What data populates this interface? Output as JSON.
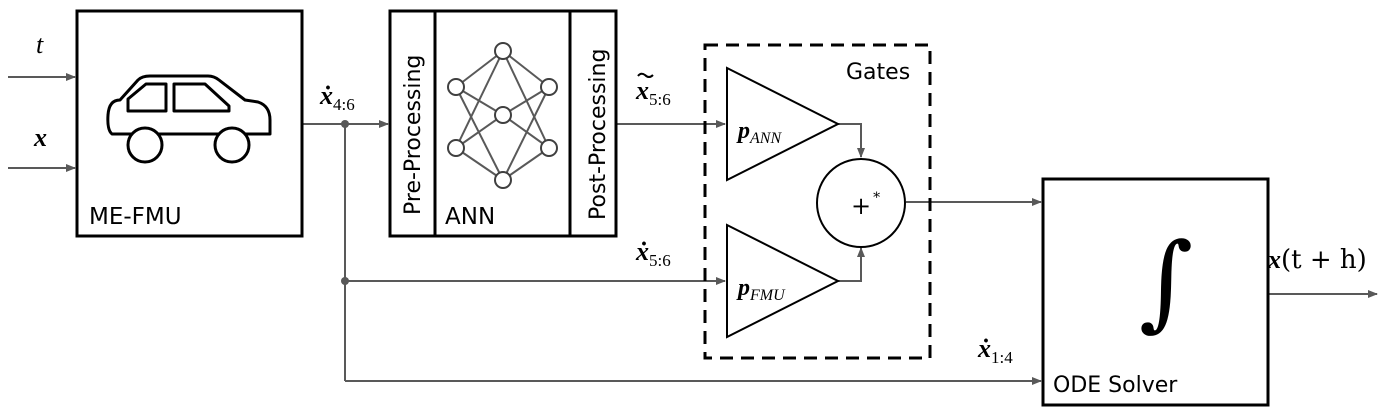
{
  "blocks": {
    "fmu": {
      "label": "ME-FMU",
      "icon": "car-icon"
    },
    "ann": {
      "pre": "Pre-Processing",
      "label": "ANN",
      "post": "Post-Processing",
      "icon": "neural-network-icon"
    },
    "gates": {
      "label": "Gates",
      "gain_ann": "p",
      "gain_ann_sub": "ANN",
      "gain_fmu": "p",
      "gain_fmu_sub": "FMU",
      "sum": "+",
      "sum_sup": "*"
    },
    "solver": {
      "label": "ODE Solver",
      "symbol": "∫",
      "icon": "integral-icon"
    }
  },
  "signals": {
    "t": "t",
    "x": "x",
    "xdot_4_6": {
      "base": "ẋ",
      "sub": "4:6"
    },
    "xtilde_5_6": {
      "base": "x",
      "sub": "5:6"
    },
    "xdot_5_6": {
      "base": "ẋ",
      "sub": "5:6"
    },
    "xdot_1_4": {
      "base": "ẋ",
      "sub": "1:4"
    },
    "output": {
      "base": "x",
      "rest": "(t + h)"
    }
  }
}
